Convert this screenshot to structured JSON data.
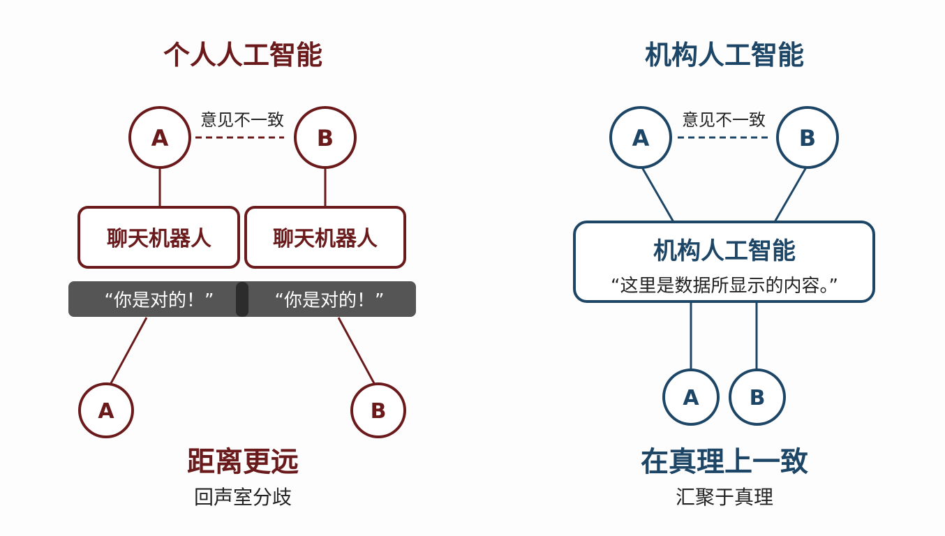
{
  "colors": {
    "personal": "#6b1a1c",
    "institutional": "#1d4566",
    "quote_bar": "#555555",
    "text": "#222222"
  },
  "personal": {
    "title": "个人人工智能",
    "disagree_label": "意见不一致",
    "top_nodes": [
      "A",
      "B"
    ],
    "chatbots": [
      "聊天机器人",
      "聊天机器人"
    ],
    "quotes": [
      "“你是对的！”",
      "“你是对的！”"
    ],
    "bottom_nodes": [
      "A",
      "B"
    ],
    "outcome": "距离更远",
    "outcome_sub": "回声室分歧"
  },
  "institutional": {
    "title": "机构人工智能",
    "disagree_label": "意见不一致",
    "top_nodes": [
      "A",
      "B"
    ],
    "box_title": "机构人工智能",
    "box_quote": "“这里是数据所显示的内容。”",
    "bottom_nodes": [
      "A",
      "B"
    ],
    "outcome": "在真理上一致",
    "outcome_sub": "汇聚于真理"
  }
}
